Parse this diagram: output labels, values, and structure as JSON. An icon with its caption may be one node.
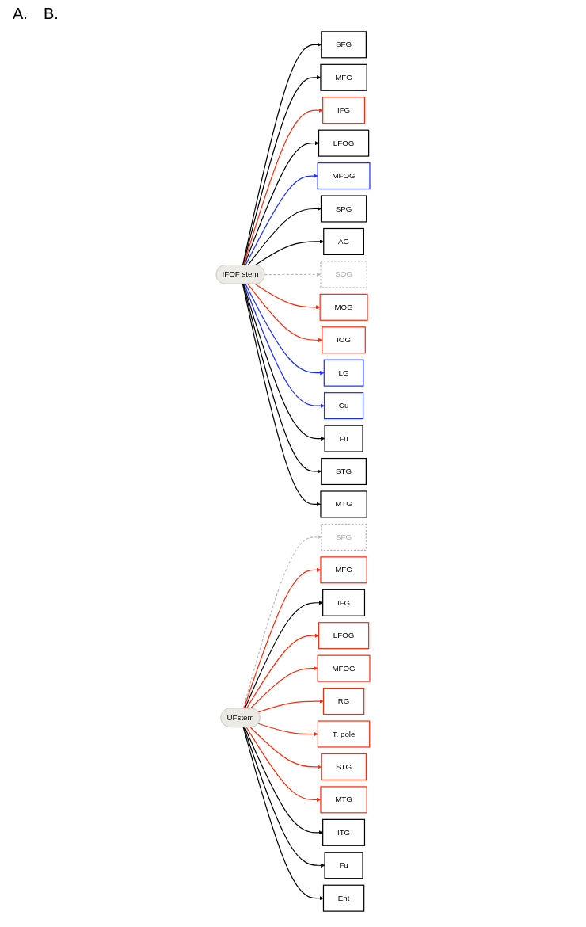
{
  "diagram": {
    "nodes": [
      {
        "text": [
          "IFOF stem"
        ]
      },
      {
        "text": [
          "SFG"
        ]
      },
      {
        "text": [
          "MFG"
        ]
      },
      {
        "text": [
          "IFG"
        ]
      },
      {
        "text": [
          "LFOG"
        ]
      },
      {
        "text": [
          "MFOG"
        ]
      },
      {
        "text": [
          "SPG"
        ]
      },
      {
        "text": [
          "AG"
        ]
      },
      {
        "text": [
          "SOG"
        ]
      },
      {
        "text": [
          "MOG"
        ]
      },
      {
        "text": [
          "IOG"
        ]
      },
      {
        "text": [
          "LG"
        ]
      },
      {
        "text": [
          "Cu"
        ]
      },
      {
        "text": [
          "Fu"
        ]
      },
      {
        "text": [
          "STG"
        ]
      },
      {
        "text": [
          "MTG"
        ]
      },
      {
        "text": [
          "UFstem"
        ]
      },
      {
        "text": [
          "SFG"
        ]
      },
      {
        "text": [
          "MFG"
        ]
      },
      {
        "text": [
          "IFG"
        ]
      },
      {
        "text": [
          "LFOG"
        ]
      },
      {
        "text": [
          "MFOG"
        ]
      },
      {
        "text": [
          "RG"
        ]
      },
      {
        "text": [
          "T. pole"
        ]
      },
      {
        "text": [
          "STG"
        ]
      },
      {
        "text": [
          "MTG"
        ]
      },
      {
        "text": [
          "ITG"
        ]
      },
      {
        "text": [
          "Fu"
        ]
      },
      {
        "text": [
          "Ent"
        ]
      }
    ],
    "edges": [
      {
        "from": 0,
        "to": 1,
        "arrow": "to"
      },
      {
        "from": 0,
        "to": 2,
        "arrow": "to"
      },
      {
        "from": 0,
        "to": 3,
        "arrow": "to",
        "color": "#ff2a0a"
      },
      {
        "from": 0,
        "to": 4,
        "arrow": "to"
      },
      {
        "from": 0,
        "to": 5,
        "arrow": "to",
        "color": "#1a2eff"
      },
      {
        "from": 0,
        "to": 6,
        "arrow": "to"
      },
      {
        "from": 0,
        "to": 7,
        "arrow": "to"
      },
      {
        "from": 0,
        "to": 8,
        "arrow": "to",
        "style": "dashed",
        "color": "#bbbbbb"
      },
      {
        "from": 0,
        "to": 9,
        "arrow": "to",
        "color": "#ff2a0a"
      },
      {
        "from": 0,
        "to": 10,
        "arrow": "to",
        "color": "#ff2a0a"
      },
      {
        "from": 0,
        "to": 11,
        "arrow": "to",
        "color": "#1a2eff"
      },
      {
        "from": 0,
        "to": 12,
        "arrow": "to",
        "color": "#1a2eff"
      },
      {
        "from": 0,
        "to": 13,
        "arrow": "to"
      },
      {
        "from": 0,
        "to": 14,
        "arrow": "to"
      },
      {
        "from": 0,
        "to": 15,
        "arrow": "to"
      },
      {
        "from": 16,
        "to": 17,
        "arrow": "to",
        "style": "dashed",
        "color": "#bbbbbb"
      },
      {
        "from": 16,
        "to": 18,
        "arrow": "to",
        "color": "#ff2a0a"
      },
      {
        "from": 16,
        "to": 19,
        "arrow": "to"
      },
      {
        "from": 16,
        "to": 20,
        "arrow": "to",
        "color": "#ff2a0a"
      },
      {
        "from": 16,
        "to": 21,
        "arrow": "to",
        "color": "#ff2a0a"
      },
      {
        "from": 16,
        "to": 22,
        "arrow": "to",
        "color": "#ff2a0a"
      },
      {
        "from": 16,
        "to": 23,
        "arrow": "to",
        "color": "#ff2a0a"
      },
      {
        "from": 16,
        "to": 24,
        "arrow": "to",
        "color": "#ff2a0a"
      },
      {
        "from": 16,
        "to": 25,
        "arrow": "to",
        "color": "#ff2a0a"
      },
      {
        "from": 16,
        "to": 26,
        "arrow": "to"
      },
      {
        "from": 16,
        "to": 27,
        "arrow": "to"
      },
      {
        "from": 16,
        "to": 28,
        "arrow": "to"
      }
    ],
    "labels": [
      "A.",
      "B."
    ]
  }
}
